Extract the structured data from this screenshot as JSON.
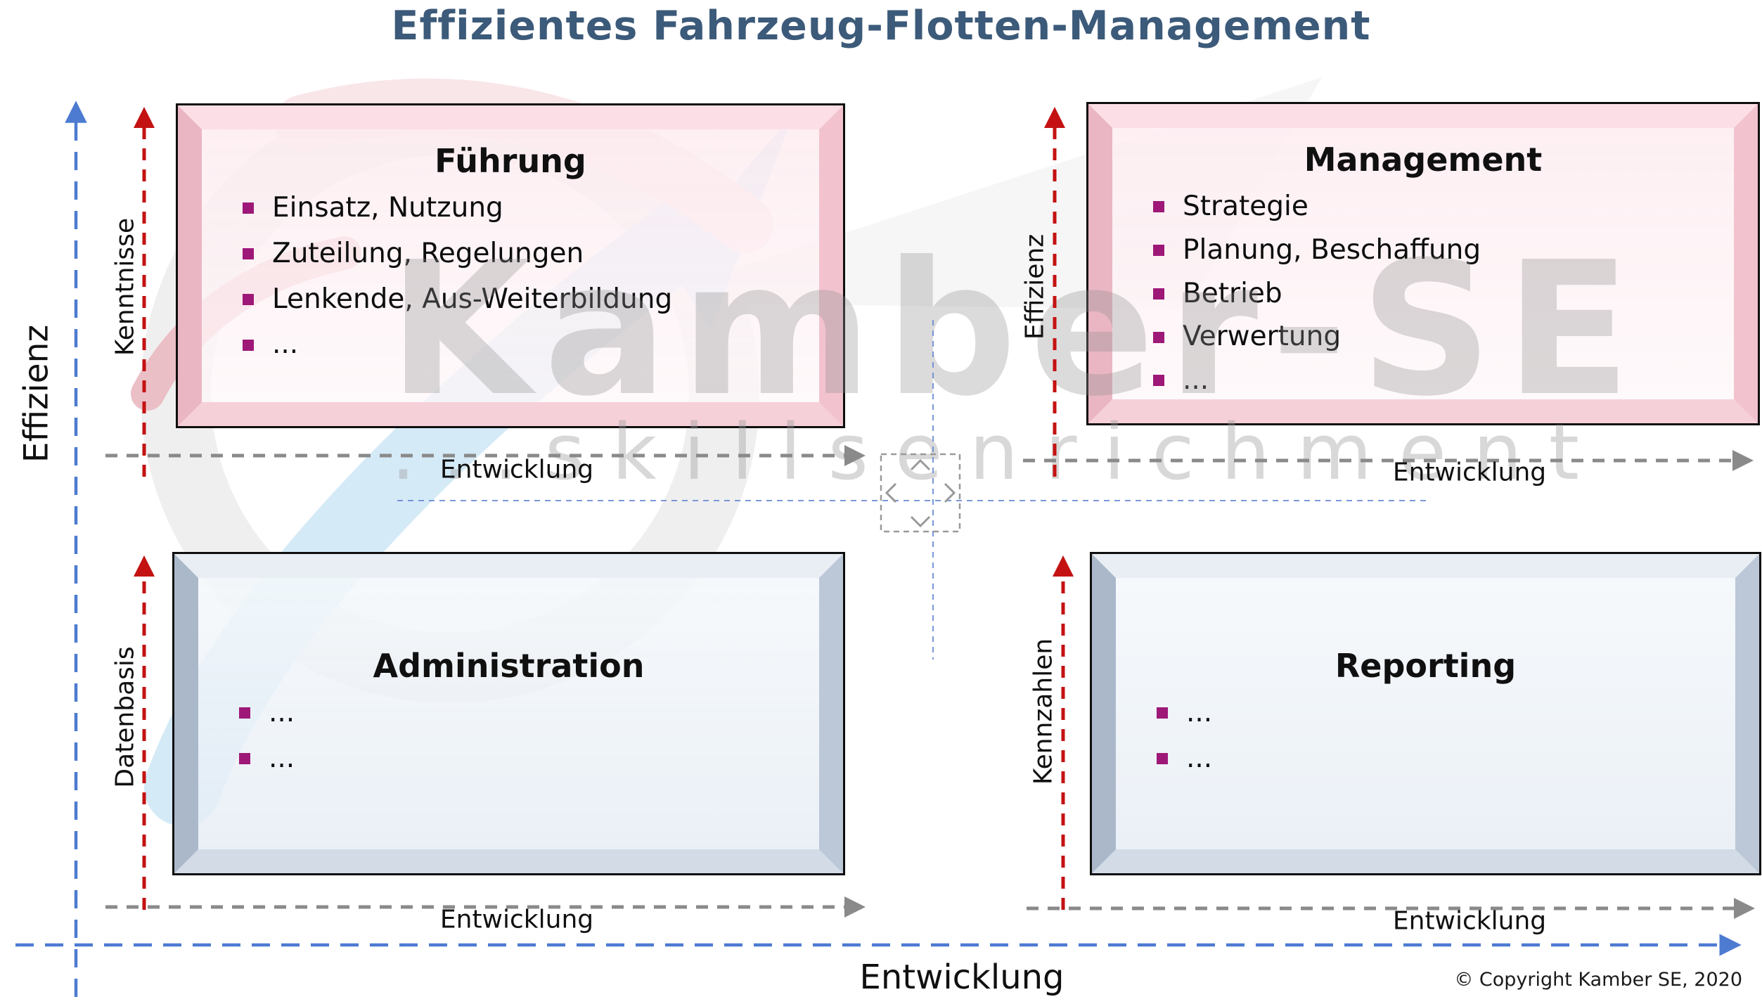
{
  "title": "Effizientes Fahrzeug-Flotten-Management",
  "watermark": {
    "brand": "Kamber-SE",
    "tagline": "...skillsenrichment"
  },
  "copyright": "© Copyright Kamber SE, 2020",
  "axes": {
    "main_y": "Effizienz",
    "main_x": "Entwicklung"
  },
  "quadrants": {
    "fuehrung": {
      "title": "Führung",
      "y_axis": "Kenntnisse",
      "x_axis": "Entwicklung",
      "bullets": [
        "Einsatz, Nutzung",
        "Zuteilung, Regelungen",
        "Lenkende, Aus-Weiterbildung",
        "..."
      ]
    },
    "management": {
      "title": "Management",
      "y_axis": "Effizienz",
      "x_axis": "Entwicklung",
      "bullets": [
        "Strategie",
        "Planung, Beschaffung",
        "Betrieb",
        "Verwertung",
        "..."
      ]
    },
    "administration": {
      "title": "Administration",
      "y_axis": "Datenbasis",
      "x_axis": "Entwicklung",
      "bullets": [
        "...",
        "..."
      ]
    },
    "reporting": {
      "title": "Reporting",
      "y_axis": "Kennzahlen",
      "x_axis": "Entwicklung",
      "bullets": [
        "...",
        "..."
      ]
    }
  },
  "colors": {
    "title_blue": "#3c5a79",
    "axis_blue": "#4d7bd1",
    "arrow_red": "#c41212",
    "arrow_gray": "#8a8a8a",
    "bullet_magenta": "#9e1878",
    "frame_pink": "#f2c3cf",
    "frame_gray": "#bcc8d7"
  }
}
